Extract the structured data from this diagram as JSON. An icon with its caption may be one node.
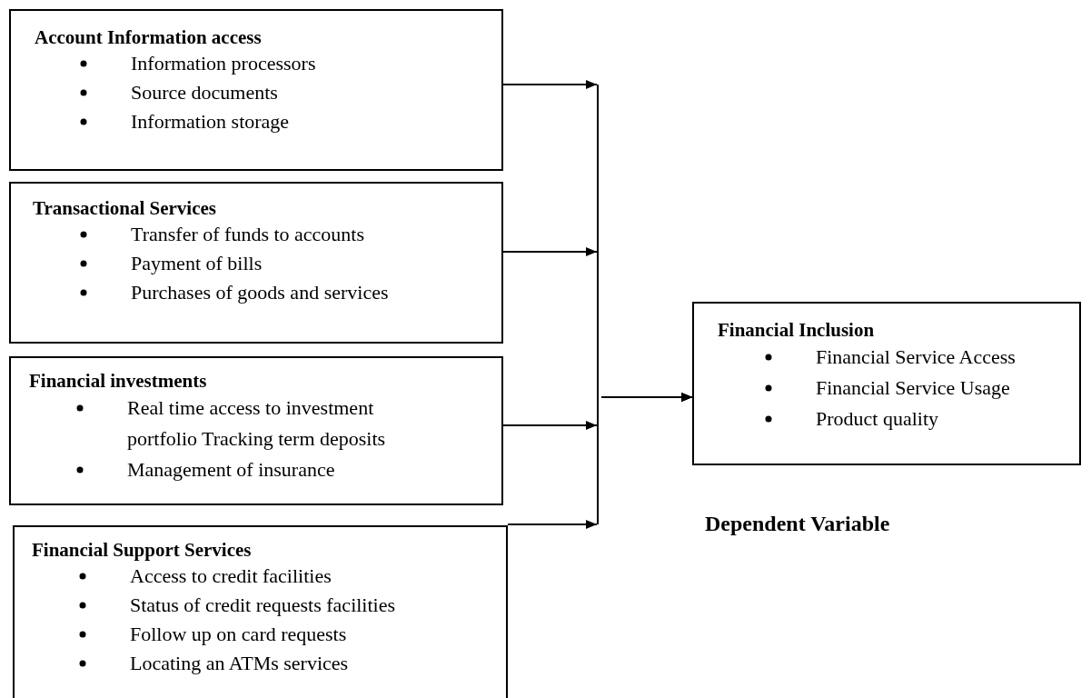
{
  "diagram": {
    "nodes": [
      {
        "text": [
          "Account Information access",
          "Information processors",
          "Source documents",
          "Information storage"
        ]
      },
      {
        "text": [
          "Transactional Services",
          "Transfer of funds to accounts",
          "Payment of bills",
          "Purchases of goods and services"
        ]
      },
      {
        "text": [
          "Financial investments",
          "Real time access to investment portfolio Tracking term deposits",
          "Management of insurance"
        ]
      },
      {
        "text": [
          "Financial Support Services",
          "Access to credit facilities",
          "Status of credit requests facilities",
          "Follow up on card requests",
          "Locating an ATMs services"
        ]
      },
      {
        "text": [
          "Financial Inclusion",
          "Financial Service Access",
          "Financial Service Usage",
          "Product quality"
        ]
      }
    ],
    "edges": [
      {
        "from": 0,
        "to": 4,
        "arrow": "to"
      },
      {
        "from": 1,
        "to": 4,
        "arrow": "to"
      },
      {
        "from": 2,
        "to": 4,
        "arrow": "to"
      },
      {
        "from": 3,
        "to": 4,
        "arrow": "to"
      }
    ],
    "labels": [
      "Dependent Variable"
    ]
  }
}
